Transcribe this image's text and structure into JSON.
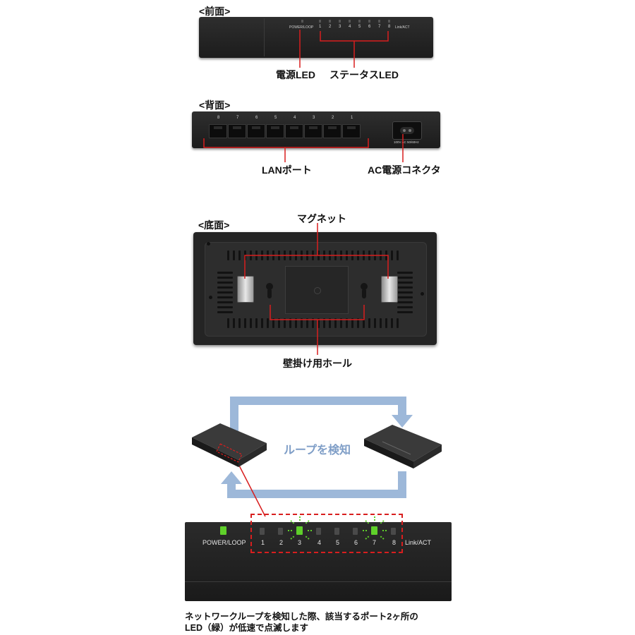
{
  "front": {
    "title": "<前面>",
    "panel_power_label": "POWER/LOOP",
    "panel_led_numbers": [
      "1",
      "2",
      "3",
      "4",
      "5",
      "6",
      "7",
      "8"
    ],
    "panel_link_label": "Link/ACT",
    "callout_power": "電源LED",
    "callout_status": "ステータスLED"
  },
  "back": {
    "title": "<背面>",
    "port_numbers": [
      "8",
      "7",
      "6",
      "5",
      "4",
      "3",
      "2",
      "1"
    ],
    "ac_label": "100V AC 50/60Hz",
    "callout_lan": "LANポート",
    "callout_ac": "AC電源コネクタ"
  },
  "bottom": {
    "title": "<底面>",
    "callout_magnet": "マグネット",
    "callout_wall": "壁掛け用ホール"
  },
  "loop": {
    "label": "ループを検知",
    "zoom_power_label": "POWER/LOOP",
    "zoom_numbers": [
      "1",
      "2",
      "3",
      "4",
      "5",
      "6",
      "7",
      "8"
    ],
    "zoom_link_label": "Link/ACT",
    "blinking_ports": [
      3,
      7
    ],
    "caption_line1": "ネットワークループを検知した際、該当するポート2ヶ所の",
    "caption_line2": "LED（緑）が低速で点滅します"
  },
  "colors": {
    "callout_red": "#d81e1e",
    "arrow_blue": "#9db8d9",
    "loop_text_blue": "#7f9ec7",
    "led_green": "#5fd02a"
  }
}
